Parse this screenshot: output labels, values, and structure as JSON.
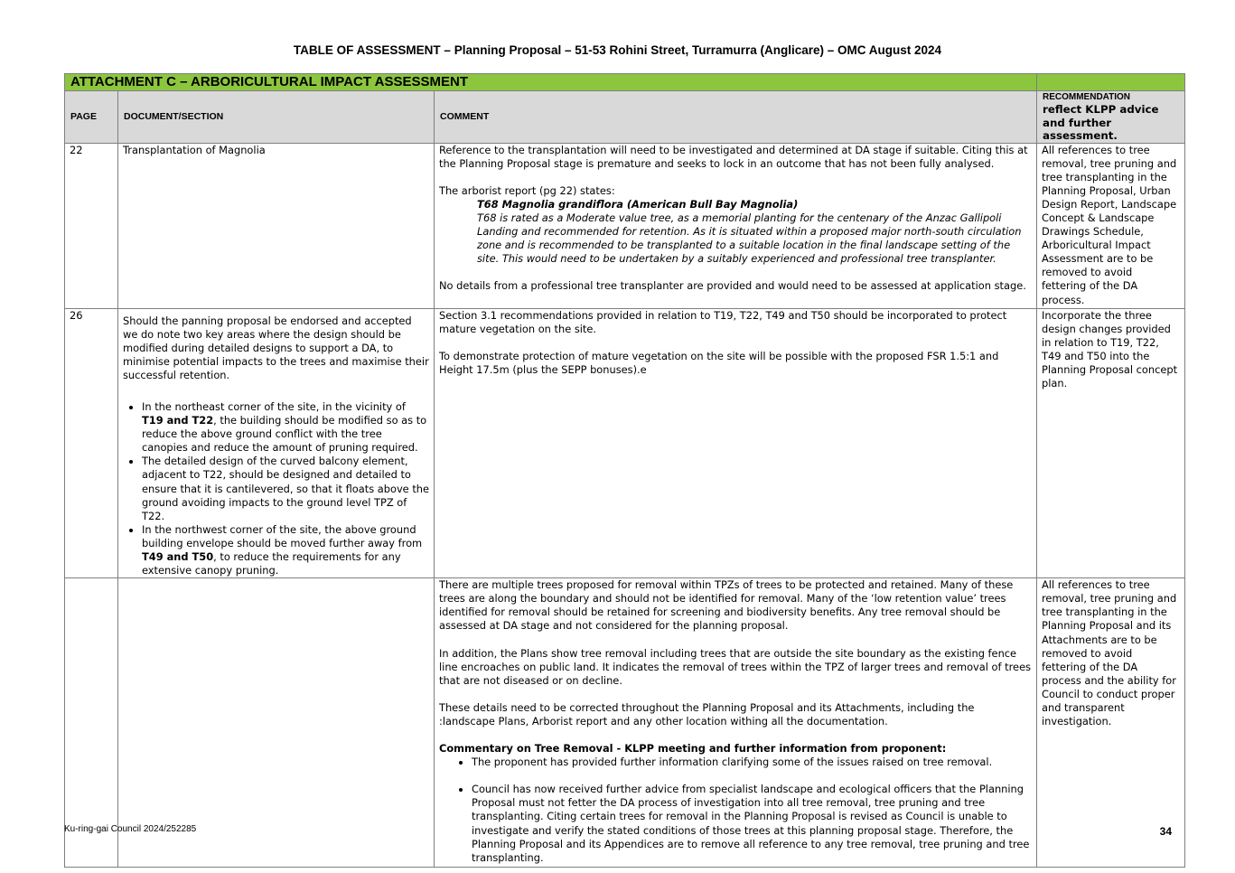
{
  "document": {
    "title": "TABLE OF ASSESSMENT – Planning Proposal – 51-53 Rohini Street, Turramurra (Anglicare) – OMC August 2024"
  },
  "table": {
    "banner": "ATTACHMENT C – ARBORICULTURAL IMPACT ASSESSMENT",
    "headers": {
      "page": "PAGE",
      "document": "DOCUMENT/SECTION",
      "comment": "COMMENT",
      "recommendation_label": "RECOMMENDATION",
      "recommendation_note": "reflect KLPP advice and further assessment."
    },
    "rows": [
      {
        "page": "22",
        "document": "Transplantation of Magnolia",
        "comment": {
          "p1": "Reference to the transplantation will need to be investigated and determined at DA stage if suitable. Citing this at the Planning Proposal stage is premature and seeks to lock in an outcome that has not been fully analysed.",
          "p2": "The arborist report (pg 22) states:",
          "quote_title": "T68 Magnolia grandiflora (American Bull Bay Magnolia)",
          "quote_body": "T68 is rated as a Moderate value tree, as a memorial planting for the centenary of the Anzac Gallipoli Landing and recommended for retention. As it is situated within a proposed major north-south circulation zone and is recommended to be transplanted to a suitable location in the final landscape setting of the site. This would need to be undertaken by a suitably experienced and professional tree transplanter.",
          "p3": "No details from a professional tree transplanter are provided and would need to be assessed at application stage."
        },
        "recommendation": "All references to tree removal, tree pruning and tree transplanting in the Planning Proposal, Urban Design Report, Landscape Concept & Landscape Drawings Schedule, Arboricultural Impact Assessment are to be removed to avoid fettering of the DA process."
      },
      {
        "page": "26",
        "document": {
          "intro": "Should the panning proposal be endorsed and accepted we do note two key areas where the design should be modified during detailed designs to support a DA, to minimise potential impacts to the trees and maximise their successful retention.",
          "b1_pre": "In the northeast corner of the site, in the vicinity of ",
          "b1_bold1": "T19 and T22",
          "b1_post": ", the building should be modified so as to reduce the above ground conflict with the tree canopies and reduce the amount of pruning required.",
          "b2": "The detailed design of the curved balcony element, adjacent to T22, should be designed and detailed to ensure that it is cantilevered, so that it floats above the ground avoiding impacts to the ground level TPZ of T22.",
          "b3_pre": "In the northwest corner of the site, the above ground building envelope should be moved further away from ",
          "b3_bold": "T49 and T50",
          "b3_post": ", to reduce the requirements for any extensive canopy pruning."
        },
        "comment": {
          "p1": "Section 3.1 recommendations provided in relation to T19, T22, T49 and T50 should be incorporated to protect mature vegetation on the site.",
          "p2": "To demonstrate protection of mature vegetation on the site will be possible with the proposed FSR 1.5:1 and Height 17.5m (plus the SEPP bonuses).e"
        },
        "recommendation": "Incorporate the three design changes provided in relation to T19, T22, T49 and T50 into the Planning Proposal concept plan."
      },
      {
        "page": "",
        "document": "",
        "comment": {
          "p1": "There are multiple trees proposed for removal within TPZs of trees to be protected and retained. Many of these trees are along the boundary and should not be identified for removal. Many of the ‘low retention value’ trees identified for removal should be retained for screening and biodiversity benefits. Any tree removal should be assessed at DA stage and not considered for the planning proposal.",
          "p2": "In addition, the Plans show tree removal including trees that are outside the site boundary as the existing fence line encroaches on public land. It indicates the removal of trees within the TPZ of larger trees and removal of trees that are not diseased or on decline.",
          "p3": "These details need to be corrected throughout the Planning Proposal and its Attachments, including the :landscape Plans, Arborist report and any other location withing all the documentation.",
          "heading": "Commentary on Tree Removal - KLPP meeting and further information from proponent:",
          "b1": "The proponent has provided further information clarifying some of the issues raised on tree removal.",
          "b2": "Council has now received further advice from specialist landscape and ecological officers that the Planning Proposal must not fetter the DA process of investigation into all tree removal, tree pruning and tree transplanting. Citing certain trees for removal in the Planning Proposal is revised as Council is unable to investigate and verify the stated conditions of those trees at this planning proposal stage. Therefore, the Planning Proposal and its Appendices are to remove all reference to any tree removal, tree pruning and tree transplanting."
        },
        "recommendation": "All references to tree removal, tree pruning and tree transplanting in the Planning Proposal and its Attachments are to be removed to avoid fettering of the DA process and the ability for Council to conduct proper and transparent investigation."
      }
    ]
  },
  "footer": {
    "reference": "Ku-ring-gai Council 2024/252285",
    "page_number": "34"
  },
  "colors": {
    "banner": "#8cc63f",
    "header": "#d9d9d9"
  }
}
